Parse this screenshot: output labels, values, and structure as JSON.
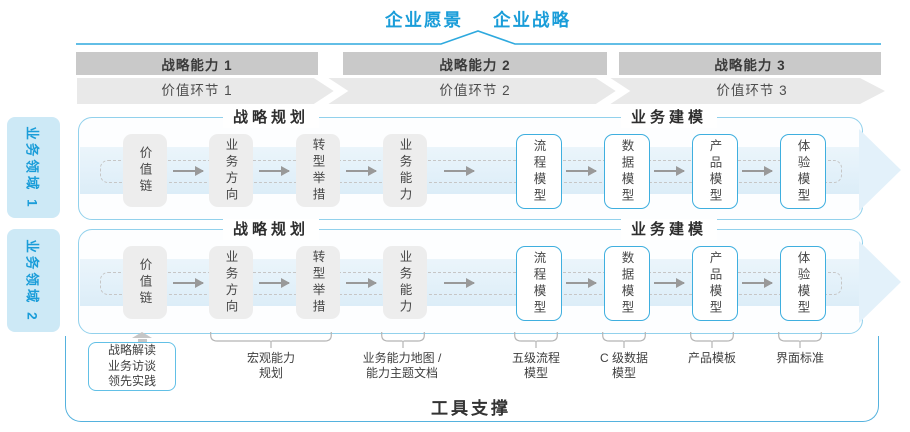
{
  "header": {
    "vision": "企业愿景",
    "strategy": "企业战略"
  },
  "capability_band": [
    "战略能力 1",
    "战略能力 2",
    "战略能力 3"
  ],
  "value_band": [
    "价值环节 1",
    "价值环节 2",
    "价值环节 3"
  ],
  "domains": [
    "业务领域 1",
    "业务领域 2"
  ],
  "row": {
    "planning_title": "战略规划",
    "modeling_title": "业务建模",
    "plain_boxes": [
      "价值链",
      "业务方向",
      "转型举措",
      "业务能力"
    ],
    "model_boxes": [
      "流程模型",
      "数据模型",
      "产品模型",
      "体验模型"
    ]
  },
  "bottom": {
    "practice_box": [
      "战略解读",
      "业务访谈",
      "领先实践"
    ],
    "callouts": [
      [
        "宏观能力",
        "规划"
      ],
      [
        "业务能力地图 /",
        "能力主题文档"
      ],
      [
        "五级流程",
        "模型"
      ],
      [
        "C 级数据",
        "模型"
      ],
      [
        "产品模板"
      ],
      [
        "界面标准"
      ]
    ],
    "tool_title": "工具支撑"
  },
  "colors": {
    "accent_blue": "#1a9dd9",
    "line_blue": "#2ea9de",
    "capability_band_bg": "#c9c9c9",
    "value_band_bg": "#e9e9e9",
    "row_border": "#92d1ec",
    "flow_band_fill": "#e0eef8",
    "plain_box_bg": "#ededed",
    "model_box_border": "#3fafdf",
    "domain_label_bg": "#cde9f6",
    "tool_border": "#55b2de",
    "arrow_gray": "#999999"
  }
}
